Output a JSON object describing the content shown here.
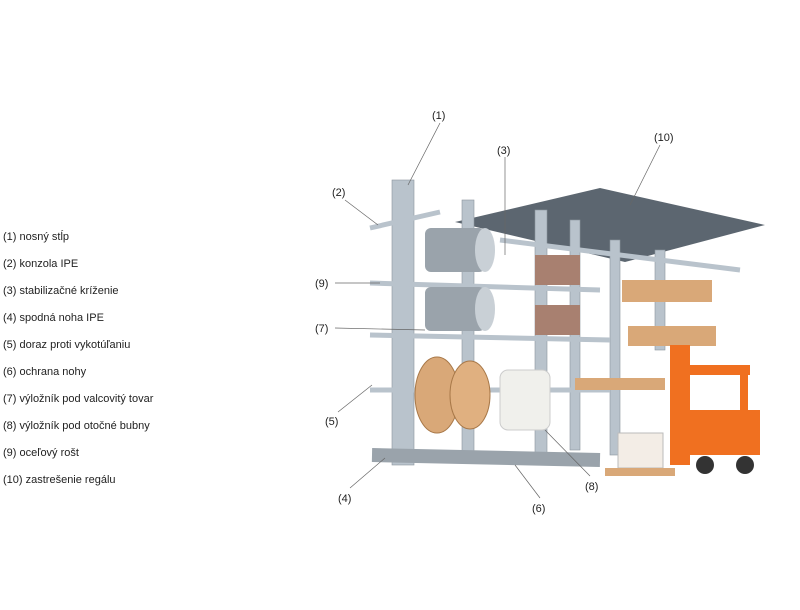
{
  "legend": [
    "(1) nosný stĺp",
    "(2) konzola IPE",
    "(3) stabilizačné kríženie",
    "(4) spodná noha IPE",
    "(5) doraz proti vykotúľaniu",
    "(6) ochrana nohy",
    "(7) výložník pod valcovitý tovar",
    "(8) výložník pod otočné bubny",
    "(9) oceľový rošt",
    "(10) zastrešenie regálu"
  ],
  "callouts": [
    "(1)",
    "(2)",
    "(3)",
    "(4)",
    "(5)",
    "(6)",
    "(7)",
    "(8)",
    "(9)",
    "(10)"
  ],
  "colors": {
    "steel": "#b9c3cc",
    "roof": "#4a5560",
    "forklift": "#f07020",
    "wood": "#d9a878",
    "drum": "#9aa3ab",
    "accent": "#f2c500"
  }
}
